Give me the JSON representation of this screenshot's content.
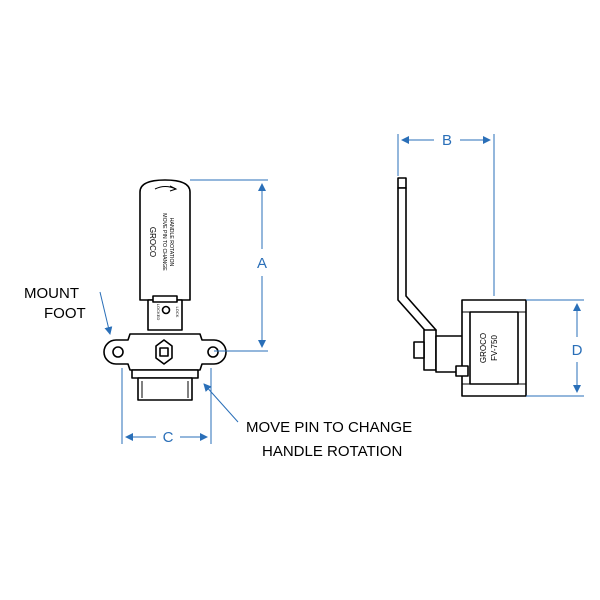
{
  "labels": {
    "mount_foot_line1": "MOUNT",
    "mount_foot_line2": "FOOT",
    "move_pin_line1": "MOVE PIN TO CHANGE",
    "move_pin_line2": "HANDLE ROTATION"
  },
  "dimensions": {
    "a": "A",
    "b": "B",
    "c": "C",
    "d": "D"
  },
  "product_marks": {
    "handle_brand": "GROCO",
    "handle_note_line1": "MOVE PIN TO CHANGE",
    "handle_note_line2": "HANDLE ROTATION",
    "pin_mark_top": "LOCKED",
    "pin_mark_bottom": "LOCK",
    "body_brand": "GROCO",
    "body_model": "FV-750"
  },
  "colors": {
    "dimension": "#2a6fb8",
    "line": "#000000"
  }
}
